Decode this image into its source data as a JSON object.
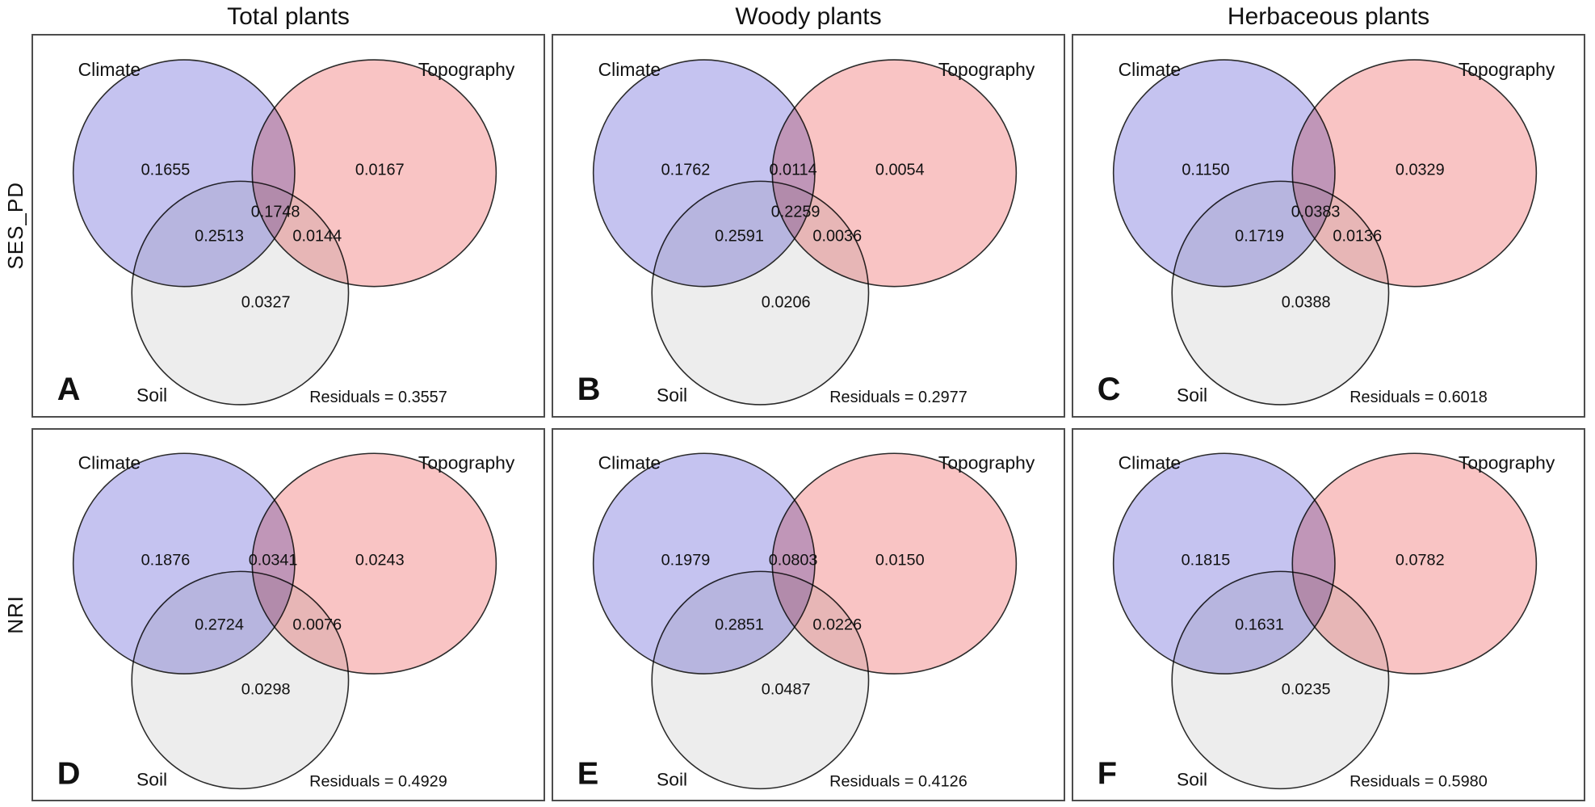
{
  "figure": {
    "column_titles": [
      "Total plants",
      "Woody plants",
      "Herbaceous plants"
    ],
    "row_labels": [
      "SES_PD",
      "NRI"
    ],
    "set_labels": {
      "climate": "Climate",
      "topography": "Topography",
      "soil": "Soil"
    }
  },
  "colors": {
    "climate_fill": "#c5c3f0",
    "topography_fill": "#f9c4c4",
    "soil_fill": "#ededed",
    "circle_stroke": "#2b2b2b",
    "panel_border": "#4d4d4d",
    "text": "#111111"
  },
  "panels": [
    {
      "letter": "A",
      "row": "SES_PD",
      "column": "Total plants",
      "values": {
        "climate": "0.1655",
        "climate_topography": "",
        "topography": "0.0167",
        "climate_topography_soil": "0.1748",
        "climate_soil": "0.2513",
        "topography_soil": "0.0144",
        "soil": "0.0327"
      },
      "residuals_value": "0.3557",
      "residuals_label": "Residuals = 0.3557"
    },
    {
      "letter": "B",
      "row": "SES_PD",
      "column": "Woody plants",
      "values": {
        "climate": "0.1762",
        "climate_topography": "0.0114",
        "topography": "0.0054",
        "climate_topography_soil": "0.2259",
        "climate_soil": "0.2591",
        "topography_soil": "0.0036",
        "soil": "0.0206"
      },
      "residuals_value": "0.2977",
      "residuals_label": "Residuals = 0.2977"
    },
    {
      "letter": "C",
      "row": "SES_PD",
      "column": "Herbaceous plants",
      "values": {
        "climate": "0.1150",
        "climate_topography": "",
        "topography": "0.0329",
        "climate_topography_soil": "0.0383",
        "climate_soil": "0.1719",
        "topography_soil": "0.0136",
        "soil": "0.0388"
      },
      "residuals_value": "0.6018",
      "residuals_label": "Residuals = 0.6018"
    },
    {
      "letter": "D",
      "row": "NRI",
      "column": "Total plants",
      "values": {
        "climate": "0.1876",
        "climate_topography": "0.0341",
        "topography": "0.0243",
        "climate_topography_soil": "",
        "climate_soil": "0.2724",
        "topography_soil": "0.0076",
        "soil": "0.0298"
      },
      "residuals_value": "0.4929",
      "residuals_label": "Residuals = 0.4929"
    },
    {
      "letter": "E",
      "row": "NRI",
      "column": "Woody plants",
      "values": {
        "climate": "0.1979",
        "climate_topography": "0.0803",
        "topography": "0.0150",
        "climate_topography_soil": "",
        "climate_soil": "0.2851",
        "topography_soil": "0.0226",
        "soil": "0.0487"
      },
      "residuals_value": "0.4126",
      "residuals_label": "Residuals = 0.4126"
    },
    {
      "letter": "F",
      "row": "NRI",
      "column": "Herbaceous plants",
      "values": {
        "climate": "0.1815",
        "climate_topography": "",
        "topography": "0.0782",
        "climate_topography_soil": "",
        "climate_soil": "0.1631",
        "topography_soil": "",
        "soil": "0.0235"
      },
      "residuals_value": "0.5980",
      "residuals_label": "Residuals = 0.5980"
    }
  ],
  "chart_data": {
    "type": "venn",
    "description": "Variance partitioning (3-set Venn diagrams) of Climate, Topography and Soil for two diversity metrics across three plant groups",
    "sets": [
      "Climate",
      "Topography",
      "Soil"
    ],
    "rows": [
      "SES_PD",
      "NRI"
    ],
    "columns": [
      "Total plants",
      "Woody plants",
      "Herbaceous plants"
    ],
    "panels": [
      {
        "panel": "A",
        "row": "SES_PD",
        "column": "Total plants",
        "regions": {
          "Climate": 0.1655,
          "Topography": 0.0167,
          "Climate∩Topography∩Soil": 0.1748,
          "Climate∩Soil": 0.2513,
          "Topography∩Soil": 0.0144,
          "Soil": 0.0327
        },
        "residuals": 0.3557
      },
      {
        "panel": "B",
        "row": "SES_PD",
        "column": "Woody plants",
        "regions": {
          "Climate": 0.1762,
          "Climate∩Topography": 0.0114,
          "Topography": 0.0054,
          "Climate∩Topography∩Soil": 0.2259,
          "Climate∩Soil": 0.2591,
          "Topography∩Soil": 0.0036,
          "Soil": 0.0206
        },
        "residuals": 0.2977
      },
      {
        "panel": "C",
        "row": "SES_PD",
        "column": "Herbaceous plants",
        "regions": {
          "Climate": 0.115,
          "Topography": 0.0329,
          "Climate∩Topography∩Soil": 0.0383,
          "Climate∩Soil": 0.1719,
          "Topography∩Soil": 0.0136,
          "Soil": 0.0388
        },
        "residuals": 0.6018
      },
      {
        "panel": "D",
        "row": "NRI",
        "column": "Total plants",
        "regions": {
          "Climate": 0.1876,
          "Climate∩Topography": 0.0341,
          "Topography": 0.0243,
          "Climate∩Soil": 0.2724,
          "Topography∩Soil": 0.0076,
          "Soil": 0.0298
        },
        "residuals": 0.4929
      },
      {
        "panel": "E",
        "row": "NRI",
        "column": "Woody plants",
        "regions": {
          "Climate": 0.1979,
          "Climate∩Topography": 0.0803,
          "Topography": 0.015,
          "Climate∩Soil": 0.2851,
          "Topography∩Soil": 0.0226,
          "Soil": 0.0487
        },
        "residuals": 0.4126
      },
      {
        "panel": "F",
        "row": "NRI",
        "column": "Herbaceous plants",
        "regions": {
          "Climate": 0.1815,
          "Topography": 0.0782,
          "Climate∩Soil": 0.1631,
          "Soil": 0.0235
        },
        "residuals": 0.598
      }
    ]
  }
}
